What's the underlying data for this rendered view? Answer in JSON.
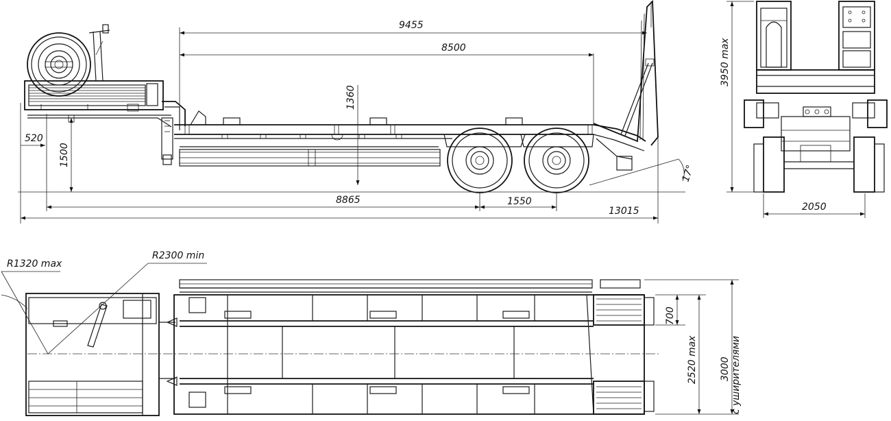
{
  "dimensions": {
    "platform_length_total": "9455",
    "platform_length": "8500",
    "deck_height": "1360",
    "rear_overhang": "520",
    "coupling_height": "1500",
    "kingpin_to_axle": "8865",
    "axle_spacing": "1550",
    "overall_length": "13015",
    "ramp_angle": "17°",
    "overall_height": "3950 max",
    "track_width": "2050",
    "front_swing_radius": "R1320 max",
    "turning_radius": "R2300 min",
    "ramp_width": "700",
    "overall_width": "2520 max",
    "width_with_extenders": "3000",
    "width_with_extenders_note": "с уширителями"
  },
  "colors": {
    "line": "#1a1a1a",
    "background": "#ffffff"
  }
}
